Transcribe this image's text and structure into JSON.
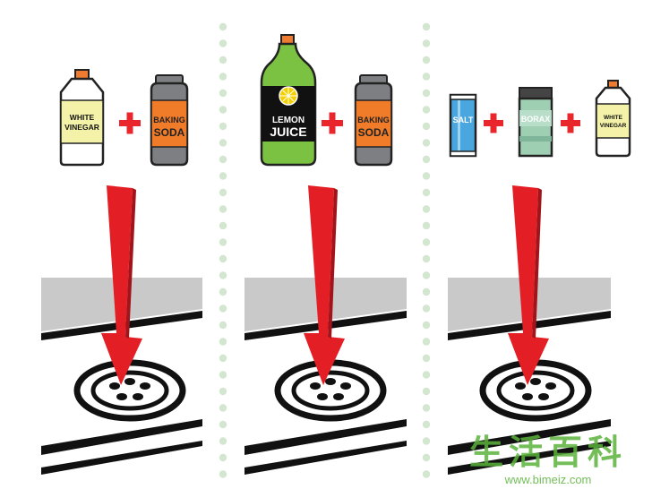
{
  "panels": [
    {
      "items": [
        {
          "type": "vinegar_bottle",
          "lines": [
            "WHITE",
            "VINEGAR"
          ]
        },
        {
          "type": "plus_sign"
        },
        {
          "type": "baking_soda",
          "lines": [
            "BAKING",
            "SODA"
          ]
        }
      ]
    },
    {
      "items": [
        {
          "type": "lemon_juice",
          "lines": [
            "LEMON",
            "JUICE"
          ]
        },
        {
          "type": "plus_sign"
        },
        {
          "type": "baking_soda",
          "lines": [
            "BAKING",
            "SODA"
          ]
        }
      ]
    },
    {
      "items": [
        {
          "type": "salt_canister",
          "lines": [
            "SALT"
          ]
        },
        {
          "type": "plus_sign"
        },
        {
          "type": "borax_box",
          "lines": [
            "BORAX"
          ]
        },
        {
          "type": "plus_sign"
        },
        {
          "type": "vinegar_bottle",
          "lines": [
            "WHITE",
            "VINEGAR"
          ]
        }
      ]
    }
  ],
  "colors": {
    "plus": "#e8262b",
    "arrow": "#e31e24",
    "arrow_shade": "#a3141a",
    "counter": "#c9c9c9",
    "divider_dots": "#d3e6cf",
    "vinegar_label": "#f3f2a8",
    "soda_orange": "#f07c2a",
    "soda_gray": "#7d7f82",
    "cap_orange": "#ee7b2f",
    "lemon_green": "#7bc142",
    "lemon_label": "#111111",
    "salt_blue": "#4aa6df",
    "borax_green": "#9fcfb3",
    "watermark_green": "#5bb33b"
  },
  "watermark": {
    "chinese": "生活百科",
    "url": "www.bimeiz.com"
  }
}
